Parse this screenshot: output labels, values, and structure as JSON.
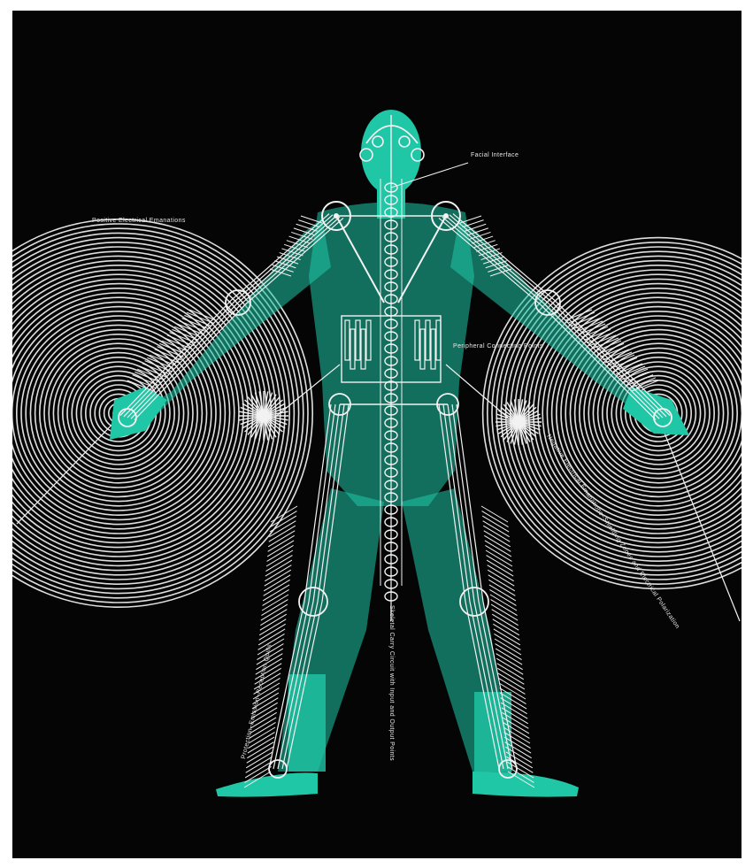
{
  "colors": {
    "background": "#050505",
    "figure": "#1fc7a6",
    "lines": "#f2f2f2"
  },
  "labels": {
    "facial_interface": "Facial Interface",
    "positive_emanations": "Positive Electrical Emanations",
    "peripheral": "Peripheral Connecting Points",
    "skeletal": "Skeletal Carry Circuit with Input and Output Points",
    "protection": "Protection–Emission–Reception Quills",
    "negative_emanations": "Negative Electrical Emanations–Shielding Zones and Electrical Polarization"
  }
}
